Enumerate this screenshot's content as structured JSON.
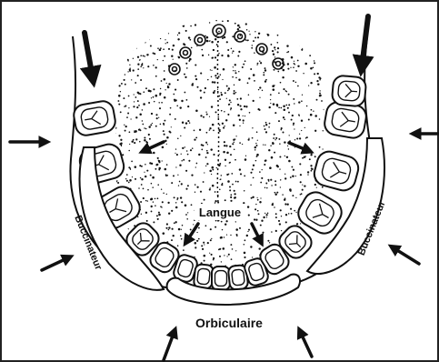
{
  "labels": {
    "tongue": "Langue",
    "buccinator_left": "Buccinateur",
    "buccinator_right": "Buccinateur",
    "orbicularis": "Orbiculaire"
  },
  "colors": {
    "ink": "#111111",
    "background": "#ffffff",
    "frame": "#222222"
  },
  "icons": {
    "arrow": "black-arrow",
    "teeth": "molar-outline",
    "tongue_texture": "stipple-dots"
  }
}
